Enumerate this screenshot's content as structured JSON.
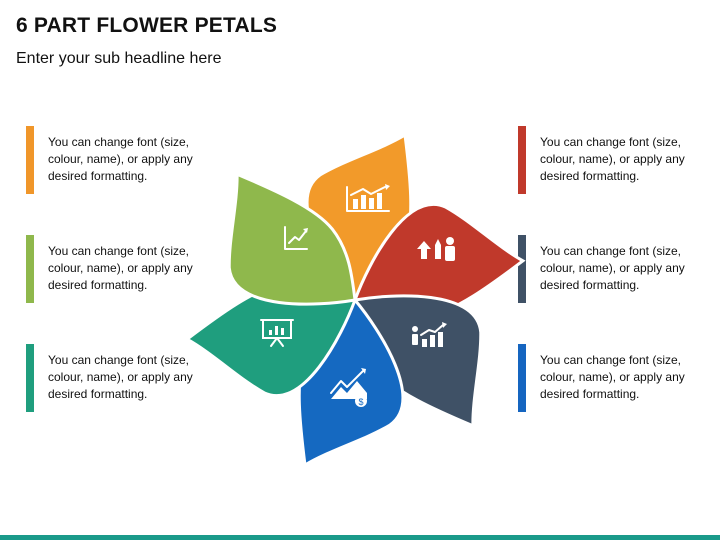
{
  "slide": {
    "title": "6 PART FLOWER PETALS",
    "subtitle": "Enter your sub headline here"
  },
  "notes": [
    {
      "id": "left-1",
      "text": "You can change font (size, colour, name), or apply any desired formatting.",
      "color": "#f0962a"
    },
    {
      "id": "left-2",
      "text": "You can change font (size, colour, name), or apply any desired formatting.",
      "color": "#8fb84c"
    },
    {
      "id": "left-3",
      "text": "You can change font (size, colour, name), or apply any desired formatting.",
      "color": "#1f9e7e"
    },
    {
      "id": "right-1",
      "text": "You can change font (size, colour, name), or apply any desired formatting.",
      "color": "#c0392b"
    },
    {
      "id": "right-2",
      "text": "You can change font (size, colour, name), or apply any desired formatting.",
      "color": "#3f5166"
    },
    {
      "id": "right-3",
      "text": "You can change font (size, colour, name), or apply any desired formatting.",
      "color": "#1565c0"
    }
  ],
  "petals": [
    {
      "name": "orange",
      "color": "#f29a2a",
      "icon": "bar-chart-growth-icon"
    },
    {
      "name": "red",
      "color": "#c0392b",
      "icon": "business-growth-icon"
    },
    {
      "name": "slate",
      "color": "#3f5166",
      "icon": "rising-bars-icon"
    },
    {
      "name": "blue",
      "color": "#1569c1",
      "icon": "market-growth-dollar-icon"
    },
    {
      "name": "teal",
      "color": "#1f9e7e",
      "icon": "presentation-board-icon"
    },
    {
      "name": "green",
      "color": "#8fb84c",
      "icon": "line-trend-icon"
    }
  ],
  "footer": {
    "color": "#1a9a8a"
  }
}
